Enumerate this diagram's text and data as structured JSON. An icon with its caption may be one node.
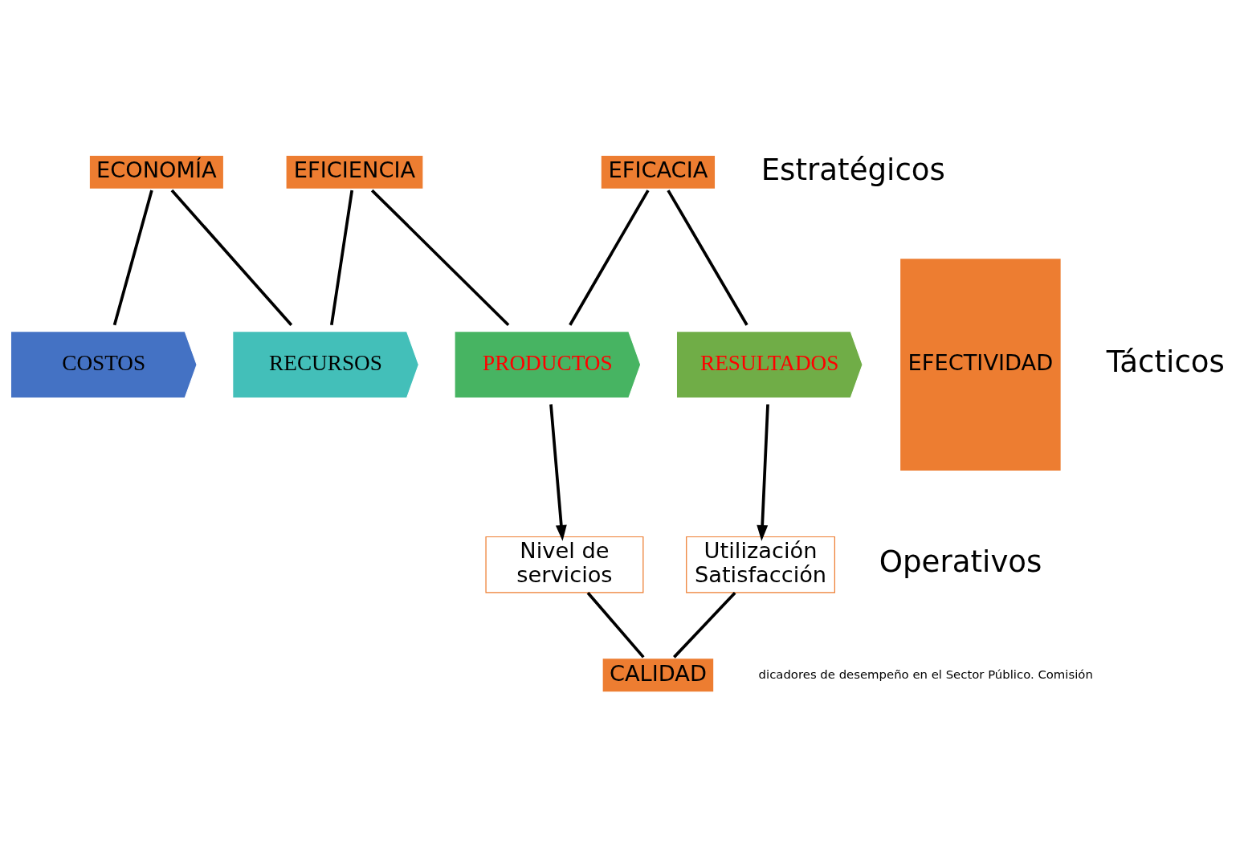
{
  "diagram": {
    "nodes": [
      {
        "text": [
          "ECONOMÍA"
        ]
      },
      {
        "text": [
          "EFICIENCIA"
        ]
      },
      {
        "text": [
          "EFICACIA"
        ]
      },
      {
        "text": [
          "COSTOS"
        ]
      },
      {
        "text": [
          "RECURSOS"
        ]
      },
      {
        "text": [
          "PRODUCTOS"
        ]
      },
      {
        "text": [
          "RESULTADOS"
        ]
      },
      {
        "text": [
          "Nivel de servicios"
        ]
      },
      {
        "text": [
          "Utilización",
          "Satisfacción"
        ]
      },
      {
        "text": [
          "CALIDAD"
        ]
      },
      {
        "text": [
          "EFECTIVIDAD"
        ]
      }
    ],
    "edges": [
      {
        "from": 0,
        "to": 3,
        "arrow": "none"
      },
      {
        "from": 0,
        "to": 4,
        "arrow": "none"
      },
      {
        "from": 1,
        "to": 4,
        "arrow": "none"
      },
      {
        "from": 1,
        "to": 5,
        "arrow": "none"
      },
      {
        "from": 2,
        "to": 5,
        "arrow": "none"
      },
      {
        "from": 2,
        "to": 6,
        "arrow": "none"
      },
      {
        "from": 5,
        "to": 7,
        "arrow": "to"
      },
      {
        "from": 6,
        "to": 8,
        "arrow": "to"
      },
      {
        "from": 7,
        "to": 9,
        "arrow": "none"
      },
      {
        "from": 8,
        "to": 9,
        "arrow": "none"
      }
    ],
    "labels": [
      "Estratégicos",
      "Tácticos",
      "Operativos",
      "dicadores de desempeño en el Sector Público. Comisión"
    ]
  }
}
